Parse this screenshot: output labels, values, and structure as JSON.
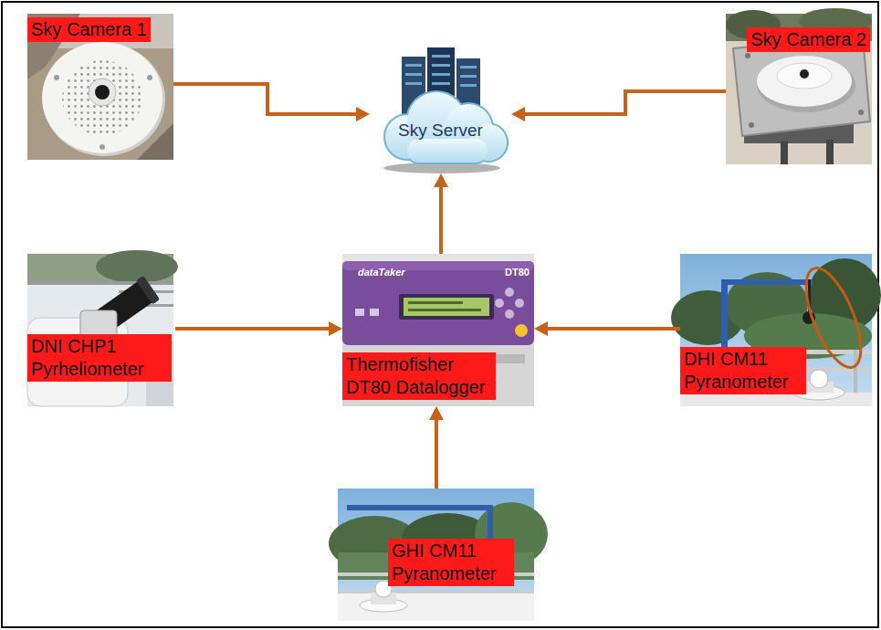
{
  "diagram": {
    "nodes": [
      {
        "text": [
          "Sky Camera 1"
        ]
      },
      {
        "text": [
          "Sky Server"
        ]
      },
      {
        "text": [
          "Sky Camera 2"
        ]
      },
      {
        "text": [
          "DNI CHP1 Pyrheliometer"
        ]
      },
      {
        "text": [
          "Thermofisher DT80 Datalogger"
        ]
      },
      {
        "text": [
          "DHI CM11 Pyranometer"
        ]
      },
      {
        "text": [
          "GHI CM11 Pyranometer"
        ]
      }
    ],
    "edges": [
      {
        "from": 0,
        "to": 1,
        "arrow": "to"
      },
      {
        "from": 2,
        "to": 1,
        "arrow": "to"
      },
      {
        "from": 4,
        "to": 1,
        "arrow": "to"
      },
      {
        "from": 3,
        "to": 4,
        "arrow": "to"
      },
      {
        "from": 5,
        "to": 4,
        "arrow": "to"
      },
      {
        "from": 6,
        "to": 4,
        "arrow": "to"
      }
    ],
    "labels": [
      "dataTaker",
      "DT80"
    ]
  }
}
